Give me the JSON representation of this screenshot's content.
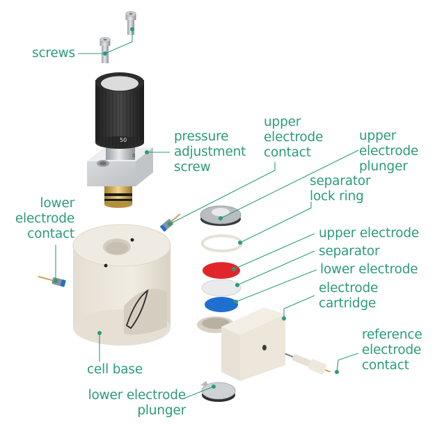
{
  "diagram": {
    "title": "",
    "accent_color": "#2b9b7a",
    "parts": {
      "screws": "screws",
      "pressure_adjustment_screw": "pressure\nadjustment\nscrew",
      "upper_electrode_contact": "upper\nelectrode\ncontact",
      "upper_electrode_plunger": "upper\nelectrode\nplunger",
      "separator_lock_ring": "separator\nlock ring",
      "lower_electrode_contact": "lower\nelectrode\ncontact",
      "upper_electrode": "upper electrode",
      "separator": "separator",
      "lower_electrode": "lower electrode",
      "electrode_cartridge": "electrode\ncartridge",
      "reference_electrode_contact": "reference\nelectrode\ncontact",
      "cell_base": "cell base",
      "lower_electrode_plunger": "lower electrode\nplunger"
    },
    "colors": {
      "upper_electrode": "#e0262b",
      "separator": "#e9ebed",
      "lower_electrode": "#1f6fd1",
      "cell_base": "#ece7dc",
      "knob": "#2b2b2b",
      "brass": "#c9a24a"
    },
    "micrometer_scale": [
      "50",
      "0"
    ]
  }
}
